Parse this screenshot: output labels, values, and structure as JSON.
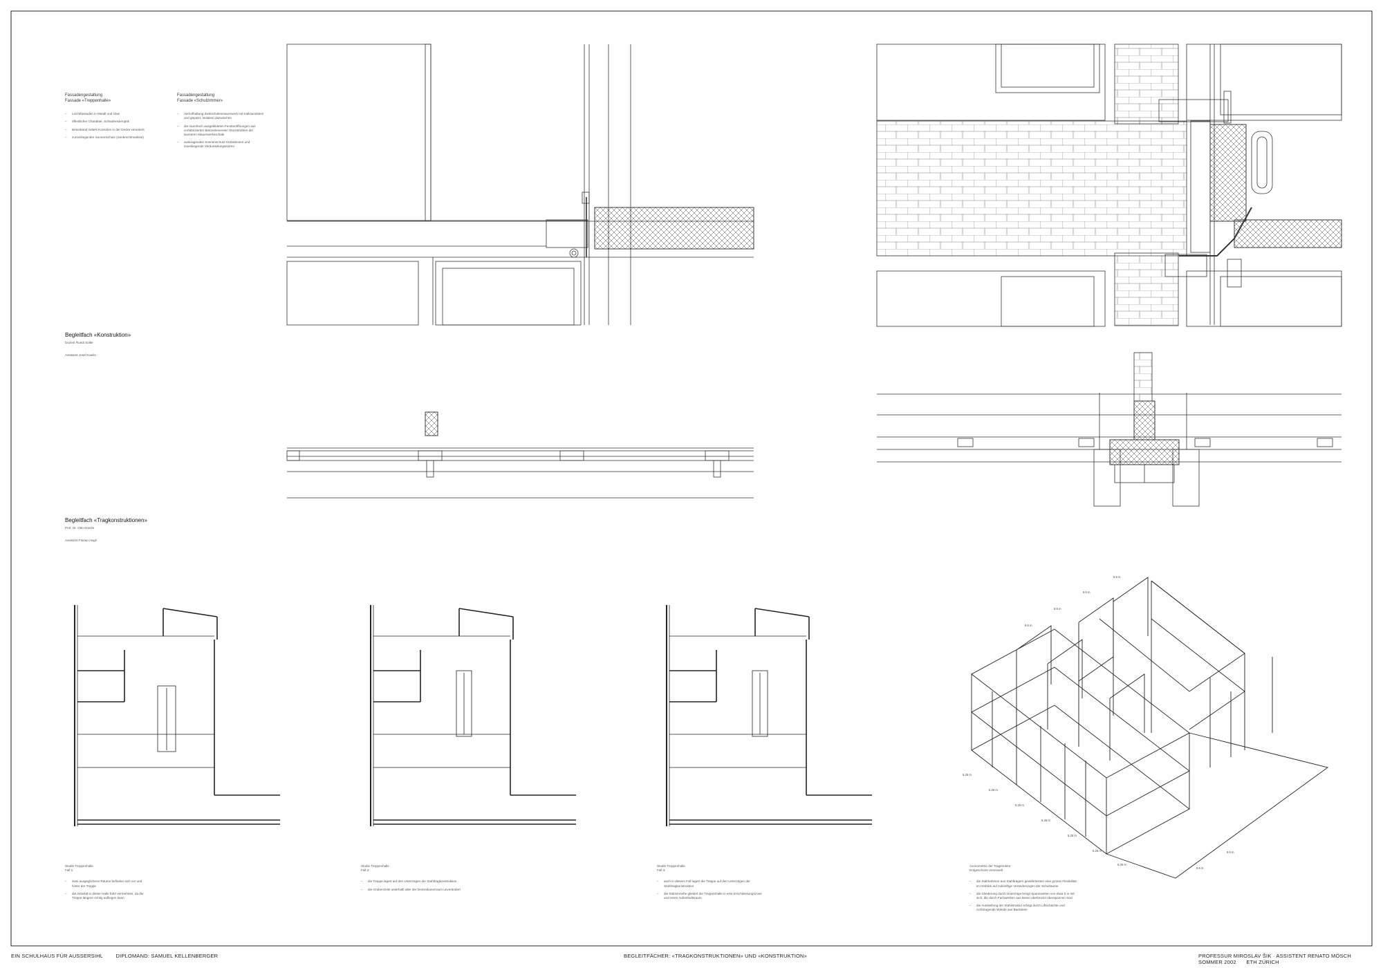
{
  "header": {
    "col1": {
      "title": "Fassadengestaltung",
      "subtitle": "Fassade «Treppenhalle»",
      "bullets": [
        "Leichtfassaden in Metall und Glas",
        "öffentlicher Charakter, Schaufensteroptik",
        "Betonband mittels Konsolen in der Decke verankert",
        "zurückliegender Sonnenschutz (Senkrechtmarkise)"
      ]
    },
    "col2": {
      "title": "Fassadengestaltung",
      "subtitle": "Fassade «Schulzimmer»",
      "bullets": [
        "Vorhofhaltung Zweischalenmauerwerk mit Kalksandstein und geputzt, Isolation dazwischen",
        "die raumhoch ausgebildeten Fensteröffnungen aus vorfabrizierten Betonelementen Sturzstrahlen der äusseren Mauerwerksschale",
        "auskragendes Sonnenschutz-Holzelement und innenliegende Verdunkelungsstoren"
      ]
    }
  },
  "sections": {
    "konstruktion": {
      "title": "Begleitfach «Konstruktion»",
      "line1": "Dozent Ruedi Soller",
      "line2": "Assistent Josef Kaelin"
    },
    "tragkonstruktionen": {
      "title": "Begleitfach «Tragkonstruktionen»",
      "line1": "Prof. Dr. Otto Künzle",
      "line2": "Assistent Florian Hügli"
    }
  },
  "plans": [
    {
      "caption_title": "Studie Treppenhalle",
      "caption_sub": "Fall 1:",
      "bullets": [
        "zwei ausgeglichene Räume befinden sich vor und hinter der Treppe",
        "die Aktivität in dieser Halle führt vermehrtes, da die Treppe längere richtig aufliegen kann"
      ]
    },
    {
      "caption_title": "Studie Treppenhalle",
      "caption_sub": "Fall 2:",
      "bullets": [
        "die Treppe lagert auf den Unterzügen der Stahltragkonstruktion",
        "die Grabenzeile unterhalb aller der Dominikanerraum unverändert"
      ]
    },
    {
      "caption_title": "Studie Treppenhalle",
      "caption_sub": "Fall 3:",
      "bullets": [
        "auch in diesem Fall lagert die Treppe auf den Unterzügen der Stahltragkonstruktion",
        "die Stützenreihe gliedert die Treppenhalle in eine Erschliessungszone und einen Aufenthaltsraum"
      ]
    }
  ],
  "axon": {
    "caption_title": "Axonometrie der Tragstruktur",
    "caption_sub": "Erdgeschoss-Vorenwelt",
    "bullets": [
      "die Stahlrahmen aus Stahlträgern gewährleisten eine grosse Flexibilität im Hinblick auf zukünftige Veränderungen der Schulräume",
      "die Gliederung durch Unterzüge bringt Spannweiten von etwa 5 m mit sich, die durch Fachwerken aus Beton überbrückt überspannen sind",
      "die Aussteifung der Stahlstruktur erfolgt durch Liftschächte und nichttragende Wände aus Backstein"
    ],
    "dims_top": [
      "6.6 m",
      "6.6 m",
      "6.6 m",
      "6.6 m"
    ],
    "dims_bottom": [
      "5.25 m",
      "5.25 m",
      "5.25 m",
      "5.25 m",
      "5.25 m",
      "5.25 m",
      "5.25 m"
    ],
    "dims_right": [
      "6.6 m",
      "6.6 m"
    ]
  },
  "footer": {
    "left1": "EIN SCHULHAUS FÜR AUSSERSIHL",
    "left2": "DIPLOMAND: SAMUEL KELLENBERGER",
    "center": "BEGLEITFÄCHER: «TRAGKONSTRUKTIONEN» UND «KONSTRUKTION»",
    "right1": "PROFESSUR MIROSLAV ŠIK · ASSISTENT RENATO MÖSCH",
    "right2": "SOMMER 2002",
    "right3": "ETH ZÜRICH"
  }
}
